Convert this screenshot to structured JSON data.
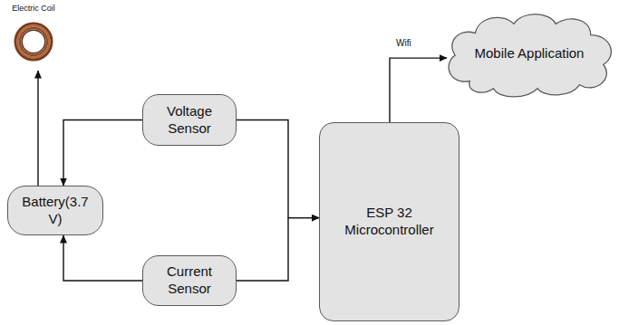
{
  "diagram": {
    "nodes": [
      {
        "text": [
          "Electric Coil"
        ]
      },
      {
        "text": [
          "Voltage Sensor"
        ]
      },
      {
        "text": [
          "Battery(3.7 V)"
        ]
      },
      {
        "text": [
          "Current Sensor"
        ]
      },
      {
        "text": [
          "ESP 32 Microcontroller"
        ]
      },
      {
        "text": [
          "Mobile Application"
        ]
      }
    ],
    "edges": [
      {
        "from": 2,
        "to": 0,
        "arrow": "to"
      },
      {
        "from": 1,
        "to": 2,
        "arrow": "to"
      },
      {
        "from": 3,
        "to": 2,
        "arrow": "to"
      },
      {
        "from": 1,
        "to": 4,
        "arrow": "to"
      },
      {
        "from": 3,
        "to": 4,
        "arrow": "to"
      },
      {
        "from": 4,
        "to": 5,
        "label": "Wifi",
        "arrow": "to"
      }
    ]
  }
}
